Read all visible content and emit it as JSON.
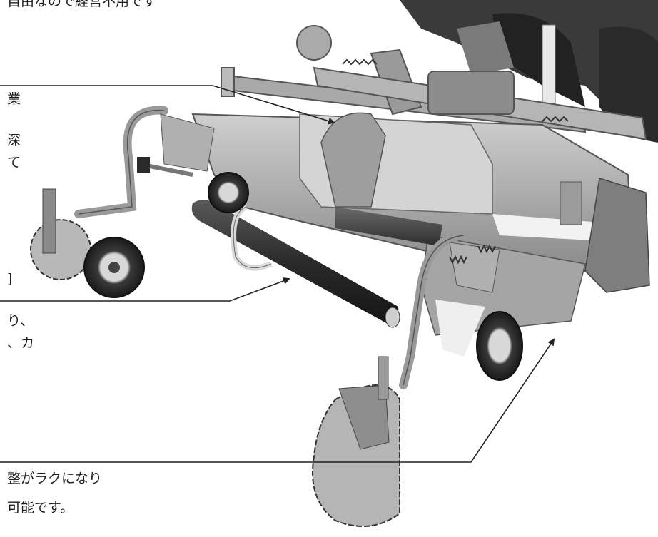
{
  "text_fragments": {
    "top": "自由なので経営不用です",
    "line1": "業",
    "line2": "深",
    "line3": "て",
    "line4": "]",
    "line5": "り、",
    "line6": "、カ",
    "bottom1": "整がラクになり",
    "bottom2": "可能です。"
  },
  "photo": {
    "subject": "tractor-mounted rotary tiller with gauge wheels, disc coulters and rear roller"
  },
  "colors": {
    "line": "#2a2a2a",
    "metal_light": "#bdbdbd",
    "metal_mid": "#8e8e8e",
    "metal_dark": "#4a4a4a"
  }
}
